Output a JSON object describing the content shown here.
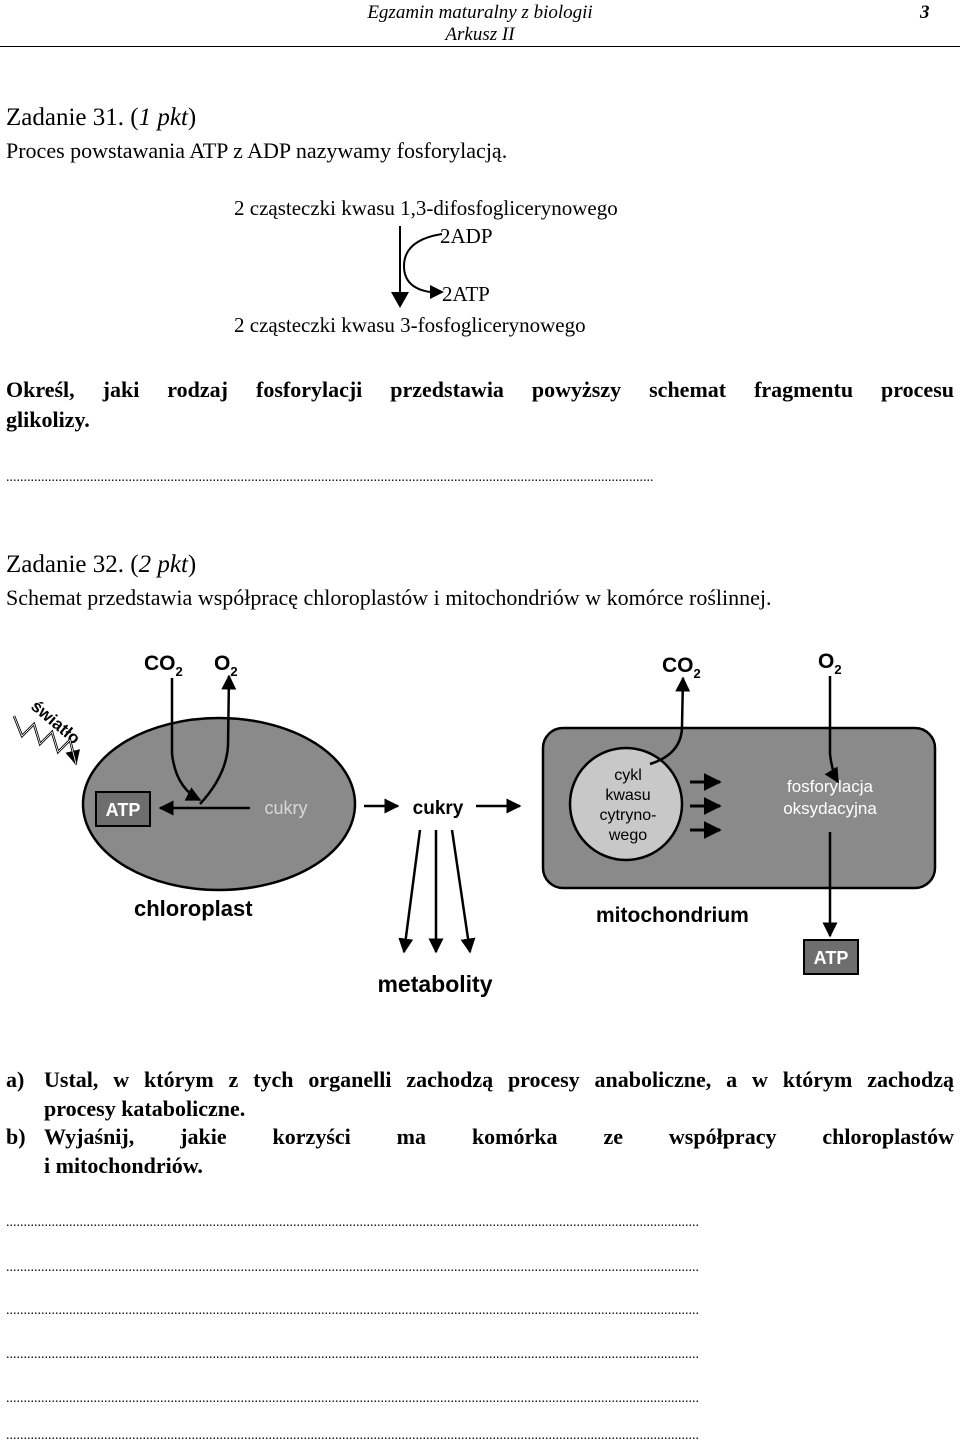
{
  "header": {
    "title": "Egzamin maturalny z biologii",
    "subtitle": "Arkusz II",
    "page_number": "3"
  },
  "task31": {
    "title_prefix": "Zadanie 31. (",
    "points": "1 pkt",
    "title_suffix": ")",
    "intro": "Proces powstawania ATP z ADP nazywamy fosforylacją.",
    "scheme": {
      "top": "2 cząsteczki kwasu 1,3-difosfoglicerynowego",
      "adp": "2ADP",
      "atp": "2ATP",
      "bottom": "2 cząsteczki kwasu 3-fosfoglicerynowego"
    },
    "question_line1": "Określ, jaki rodzaj fosforylacji przedstawia powyższy schemat fragmentu procesu",
    "question_line2": "glikolizy.",
    "answer_dots": "........................................................................................................................................................................................."
  },
  "task32": {
    "title_prefix": "Zadanie 32. (",
    "points": "2 pkt",
    "title_suffix": ")",
    "intro": "Schemat przedstawia współpracę chloroplastów i mitochondriów w komórce roślinnej.",
    "diagram": {
      "co2_left": "CO",
      "o2_left": "O",
      "co2_right": "CO",
      "o2_right": "O",
      "subscript": "2",
      "light": "światło",
      "atp_left": "ATP",
      "sugars_inside": "cukry",
      "sugars_middle": "cukry",
      "chloroplast": "chloroplast",
      "krebs_1": "cykl",
      "krebs_2": "kwasu",
      "krebs_3": "cytryno-",
      "krebs_4": "wego",
      "oxphos_1": "fosforylacja",
      "oxphos_2": "oksydacyjna",
      "mitochondrion": "mitochondrium",
      "atp_right": "ATP",
      "metabolites": "metabolity",
      "colors": {
        "organelle_fill": "#8a8a8a",
        "cycle_fill": "#c8c8c8",
        "atp_box": "#6e6e6e",
        "stroke": "#000000"
      }
    },
    "q_a_label": "a)",
    "q_a_line1": "Ustal, w którym z tych organelli zachodzą procesy anaboliczne, a w którym zachodzą",
    "q_a_line2": "procesy kataboliczne.",
    "q_b_label": "b)",
    "q_b_line1": "Wyjaśnij, jakie korzyści ma komórka ze współpracy chloroplastów",
    "q_b_line2": "i mitochondriów.",
    "answer_dots": "......................................................................................................................................................................................................"
  }
}
